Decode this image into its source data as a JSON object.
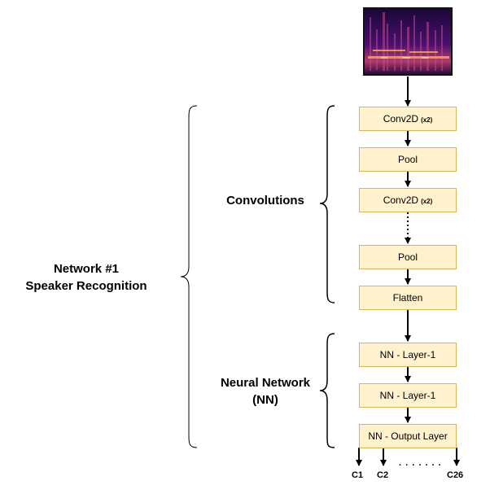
{
  "network": {
    "title": "Network #1",
    "subtitle": "Speaker Recognition"
  },
  "groups": {
    "convolutions": "Convolutions",
    "nn_line1": "Neural Network",
    "nn_line2": "(NN)"
  },
  "blocks": [
    {
      "label": "Conv2D",
      "suffix": "(x2)"
    },
    {
      "label": "Pool",
      "suffix": ""
    },
    {
      "label": "Conv2D",
      "suffix": "(x2)"
    },
    {
      "label": "Pool",
      "suffix": ""
    },
    {
      "label": "Flatten",
      "suffix": ""
    },
    {
      "label": "NN - Layer-1",
      "suffix": ""
    },
    {
      "label": "NN - Layer-1",
      "suffix": ""
    },
    {
      "label": "NN - Output Layer",
      "suffix": ""
    }
  ],
  "outputs": {
    "first": "C1",
    "second": "C2",
    "ellipsis": ". . . . . . .",
    "last": "C26"
  },
  "colors": {
    "block_fill": "#fff2cc",
    "block_border": "#d6b656",
    "arrow": "#000000"
  },
  "icons": {
    "spectrogram": "spectrogram-image"
  }
}
